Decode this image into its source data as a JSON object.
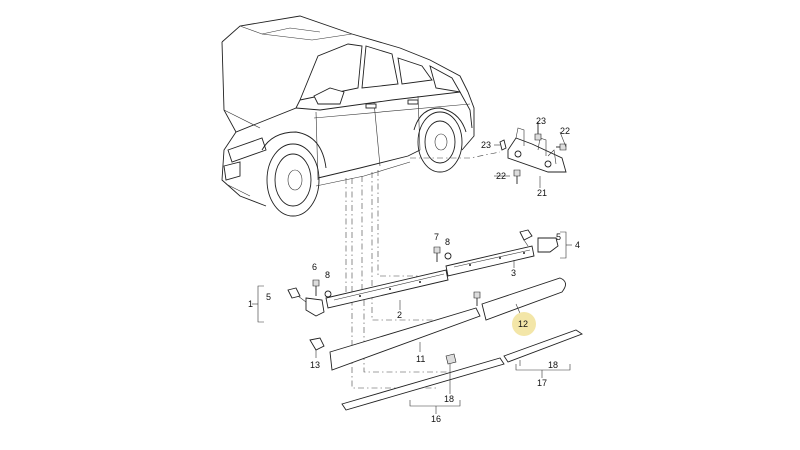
{
  "diagram": {
    "labels": {
      "l1": "1",
      "l2": "2",
      "l3": "3",
      "l4": "4",
      "l5a": "5",
      "l5b": "5",
      "l6": "6",
      "l7": "7",
      "l8a": "8",
      "l8b": "8",
      "l11": "11",
      "l12": "12",
      "l13": "13",
      "l16": "16",
      "l17": "17",
      "l18a": "18",
      "l18b": "18",
      "l21": "21",
      "l22a": "22",
      "l22b": "22",
      "l23a": "23",
      "l23b": "23"
    },
    "highlight_color": "#f3e6a8"
  }
}
